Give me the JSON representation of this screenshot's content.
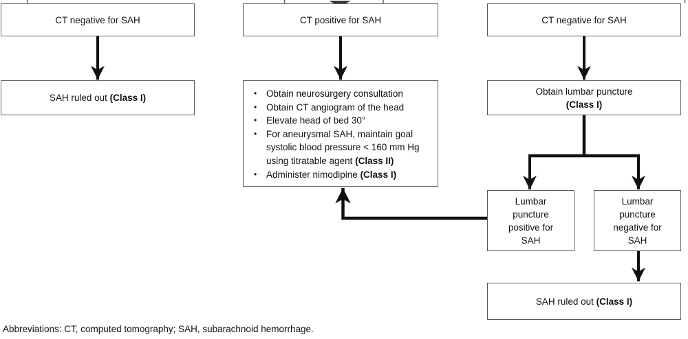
{
  "figure": {
    "title_hint": "SAH diagnostic and management flowchart",
    "bullet_glyph": "•",
    "colors": {
      "box_border": "#5a5a5a",
      "arrow": "#111111",
      "text": "#111111",
      "background": "#ffffff"
    },
    "boxes": {
      "ct_negative_left": {
        "text": "CT negative for SAH"
      },
      "sah_ruled_out_left": {
        "text": "SAH ruled out",
        "bold": " (Class I)"
      },
      "ct_positive": {
        "text": "CT positive for SAH"
      },
      "management": {
        "bullets": [
          {
            "text": "Obtain neurosurgery consultation",
            "bold": ""
          },
          {
            "text": "Obtain CT angiogram of the head",
            "bold": ""
          },
          {
            "text": "Elevate head of bed 30°",
            "bold": ""
          },
          {
            "text": "For aneurysmal SAH, maintain goal systolic blood pressure < 160 mm Hg using titratable agent",
            "bold": " (Class II)"
          },
          {
            "text": "Administer nimodipine",
            "bold": " (Class I)"
          }
        ]
      },
      "ct_negative_right": {
        "text": "CT negative for SAH"
      },
      "lumbar_puncture": {
        "line1": "Obtain lumbar puncture",
        "line2": "(Class I)"
      },
      "lp_positive": {
        "lines": [
          "Lumbar",
          "puncture",
          "positive for",
          "SAH"
        ]
      },
      "lp_negative": {
        "lines": [
          "Lumbar",
          "puncture",
          "negative for",
          "SAH"
        ]
      },
      "sah_ruled_out_right": {
        "text": "SAH ruled out",
        "bold": " (Class I)"
      }
    },
    "footnote": "Abbreviations: CT, computed tomography; SAH, subarachnoid hemorrhage."
  }
}
